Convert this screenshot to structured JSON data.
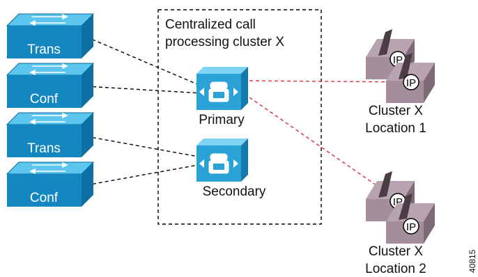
{
  "cluster_box": {
    "title_line1": "Centralized call",
    "title_line2": "processing cluster X"
  },
  "switches": [
    {
      "label": "Trans"
    },
    {
      "label": "Conf"
    },
    {
      "label": "Trans"
    },
    {
      "label": "Conf"
    }
  ],
  "servers": [
    {
      "label": "Primary"
    },
    {
      "label": "Secondary"
    }
  ],
  "locations": [
    {
      "line1": "Cluster X",
      "line2": "Location 1",
      "phone_badge": "IP"
    },
    {
      "line1": "Cluster X",
      "line2": "Location 2",
      "phone_badge": "IP"
    }
  ],
  "figure_id": "40815",
  "colors": {
    "switch_front": "#1487c0",
    "switch_top": "#5cc6ee",
    "server_blue": "#2aa2d6",
    "phone_mauve": "#a58e9b",
    "phone_dark": "#4a3d44",
    "wan_link": "#e03040",
    "lan_link": "#000000"
  }
}
